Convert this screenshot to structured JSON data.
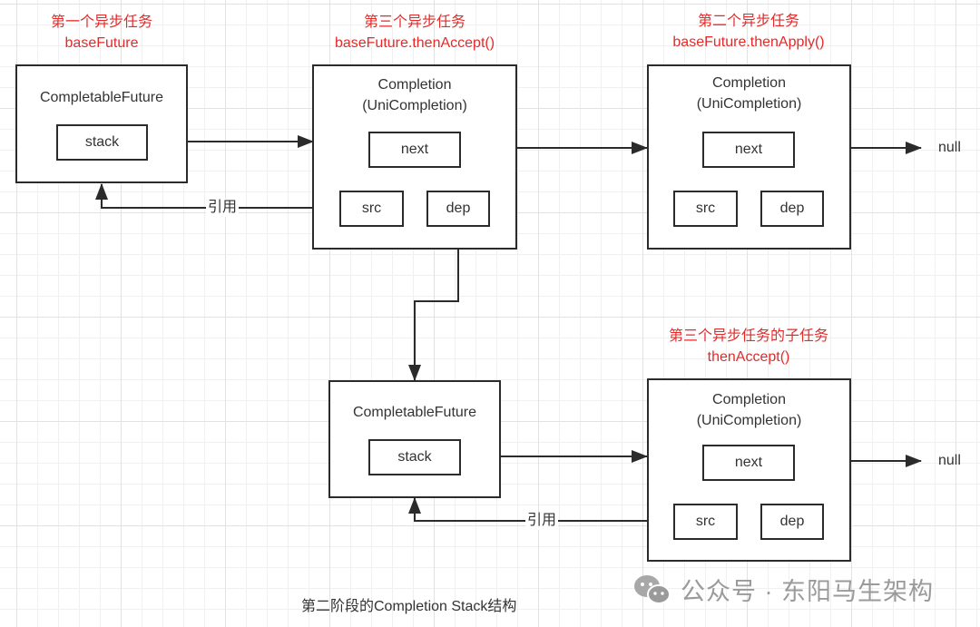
{
  "diagram": {
    "caption": "第二阶段的Completion Stack结构",
    "watermark": "公众号 · 东阳马生架构",
    "colors": {
      "annotation": "#e52a2a",
      "stroke": "#2b2b2b",
      "text": "#333333",
      "watermark": "#9a9a9a"
    },
    "annotations": {
      "first": {
        "line1": "第一个异步任务",
        "line2": "baseFuture"
      },
      "third": {
        "line1": "第三个异步任务",
        "line2": "baseFuture.thenAccept()"
      },
      "second": {
        "line1": "第二个异步任务",
        "line2": "baseFuture.thenApply()"
      },
      "sub": {
        "line1": "第三个异步任务的子任务",
        "line2": "thenAccept()"
      }
    },
    "nodes": {
      "cf1": {
        "title": "CompletableFuture",
        "stack": "stack"
      },
      "comp_accept": {
        "title1": "Completion",
        "title2": "(UniCompletion)",
        "next": "next",
        "src": "src",
        "dep": "dep"
      },
      "comp_apply": {
        "title1": "Completion",
        "title2": "(UniCompletion)",
        "next": "next",
        "src": "src",
        "dep": "dep"
      },
      "cf2": {
        "title": "CompletableFuture",
        "stack": "stack"
      },
      "comp_sub": {
        "title1": "Completion",
        "title2": "(UniCompletion)",
        "next": "next",
        "src": "src",
        "dep": "dep"
      }
    },
    "edges": {
      "ref_label_1": "引用",
      "ref_label_2": "引用",
      "null_1": "null",
      "null_2": "null"
    }
  }
}
